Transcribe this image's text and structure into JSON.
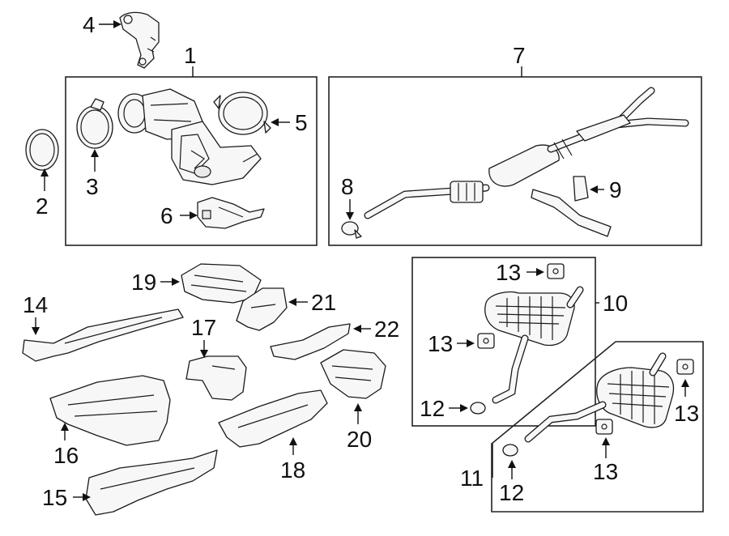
{
  "callouts": {
    "c1": "1",
    "c2": "2",
    "c3": "3",
    "c4": "4",
    "c5": "5",
    "c6": "6",
    "c7": "7",
    "c8": "8",
    "c9": "9",
    "c10": "10",
    "c11": "11",
    "c12a": "12",
    "c12b": "12",
    "c13a": "13",
    "c13b": "13",
    "c13c": "13",
    "c13d": "13",
    "c14": "14",
    "c15": "15",
    "c16": "16",
    "c17": "17",
    "c18": "18",
    "c19": "19",
    "c20": "20",
    "c21": "21",
    "c22": "22"
  },
  "parts": [
    "catalytic-converter",
    "ring-gasket",
    "clamp",
    "converter-bracket",
    "clamp",
    "heat-shield",
    "exhaust-pipe",
    "clamp",
    "hanger",
    "muffler",
    "muffler",
    "clamp",
    "clamp",
    "hanger",
    "hanger",
    "hanger",
    "hanger",
    "heat-shield",
    "heat-shield",
    "heat-shield",
    "heat-shield",
    "heat-shield",
    "heat-shield",
    "heat-shield",
    "heat-shield",
    "heat-shield"
  ],
  "colors": {
    "line": "#1a1a1a",
    "fill": "#f7f7f7",
    "background": "#ffffff"
  }
}
